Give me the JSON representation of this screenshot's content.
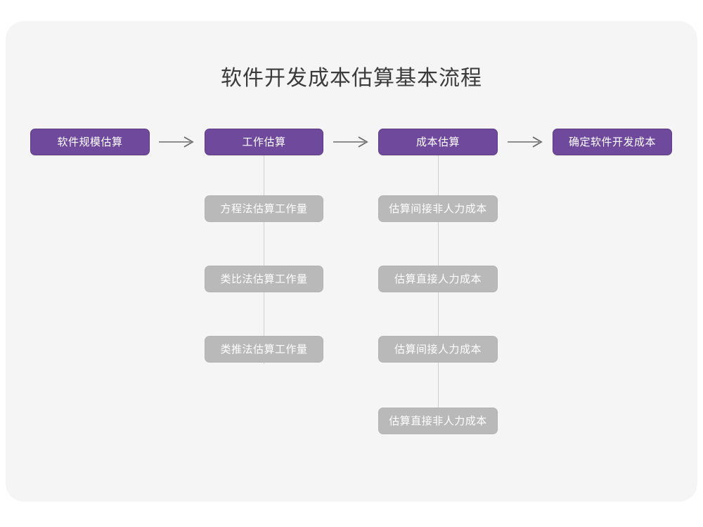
{
  "page": {
    "title": "软件开发成本估算基本流程",
    "card_bg": "#f5f5f6",
    "primary_color": "#6f4a9c",
    "secondary_color": "#b9b9b9",
    "connector_color": "#cfcfcf",
    "arrow_color": "#6b6b6b"
  },
  "diagram": {
    "type": "flowchart",
    "orientation": "left-to-right with vertical sub-branches",
    "main_steps": [
      {
        "id": "step-1",
        "label": "软件规模估算",
        "children": []
      },
      {
        "id": "step-2",
        "label": "工作估算",
        "children": [
          "方程法估算工作量",
          "类比法估算工作量",
          "类推法估算工作量"
        ]
      },
      {
        "id": "step-3",
        "label": "成本估算",
        "children": [
          "估算间接非人力成本",
          "估算直接人力成本",
          "估算间接人力成本",
          "估算直接非人力成本"
        ]
      },
      {
        "id": "step-4",
        "label": "确定软件开发成本",
        "children": []
      }
    ],
    "connectors": [
      {
        "from": "step-1",
        "to": "step-2",
        "glyph": "arrow-right"
      },
      {
        "from": "step-2",
        "to": "step-3",
        "glyph": "arrow-right"
      },
      {
        "from": "step-3",
        "to": "step-4",
        "glyph": "arrow-right"
      }
    ]
  }
}
